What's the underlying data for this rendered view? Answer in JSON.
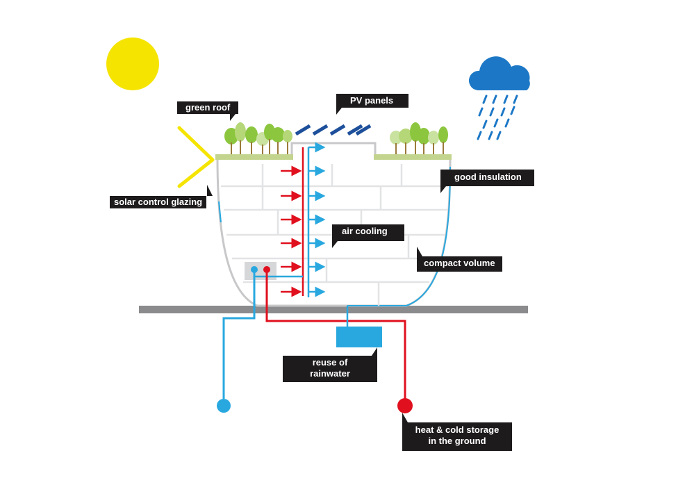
{
  "labels": {
    "green_roof": "green roof",
    "pv_panels": "PV panels",
    "solar_control_glazing": "solar control glazing",
    "good_insulation": "good insulation",
    "air_cooling": "air cooling",
    "compact_volume": "compact volume",
    "reuse_line1": "reuse of",
    "reuse_line2": "rainwater",
    "storage_line1": "heat & cold storage",
    "storage_line2": "in the ground"
  },
  "colors": {
    "sun": "#f5e400",
    "cloud": "#1c78c6",
    "rain": "#1c78c6",
    "cool_blue": "#29a8df",
    "warm_red": "#e0101e",
    "ground": "#8b8b8d",
    "roof_green": "#c3d48e",
    "tree_green": "#8cc63e",
    "label_bg": "#1e1b1c",
    "building_outline": "#c8c8ca",
    "pv_panel": "#1d4f9a"
  },
  "icons": [
    "sun-icon",
    "rain-cloud-icon",
    "tree-icon",
    "pv-panel-icon",
    "arrow-icon"
  ]
}
